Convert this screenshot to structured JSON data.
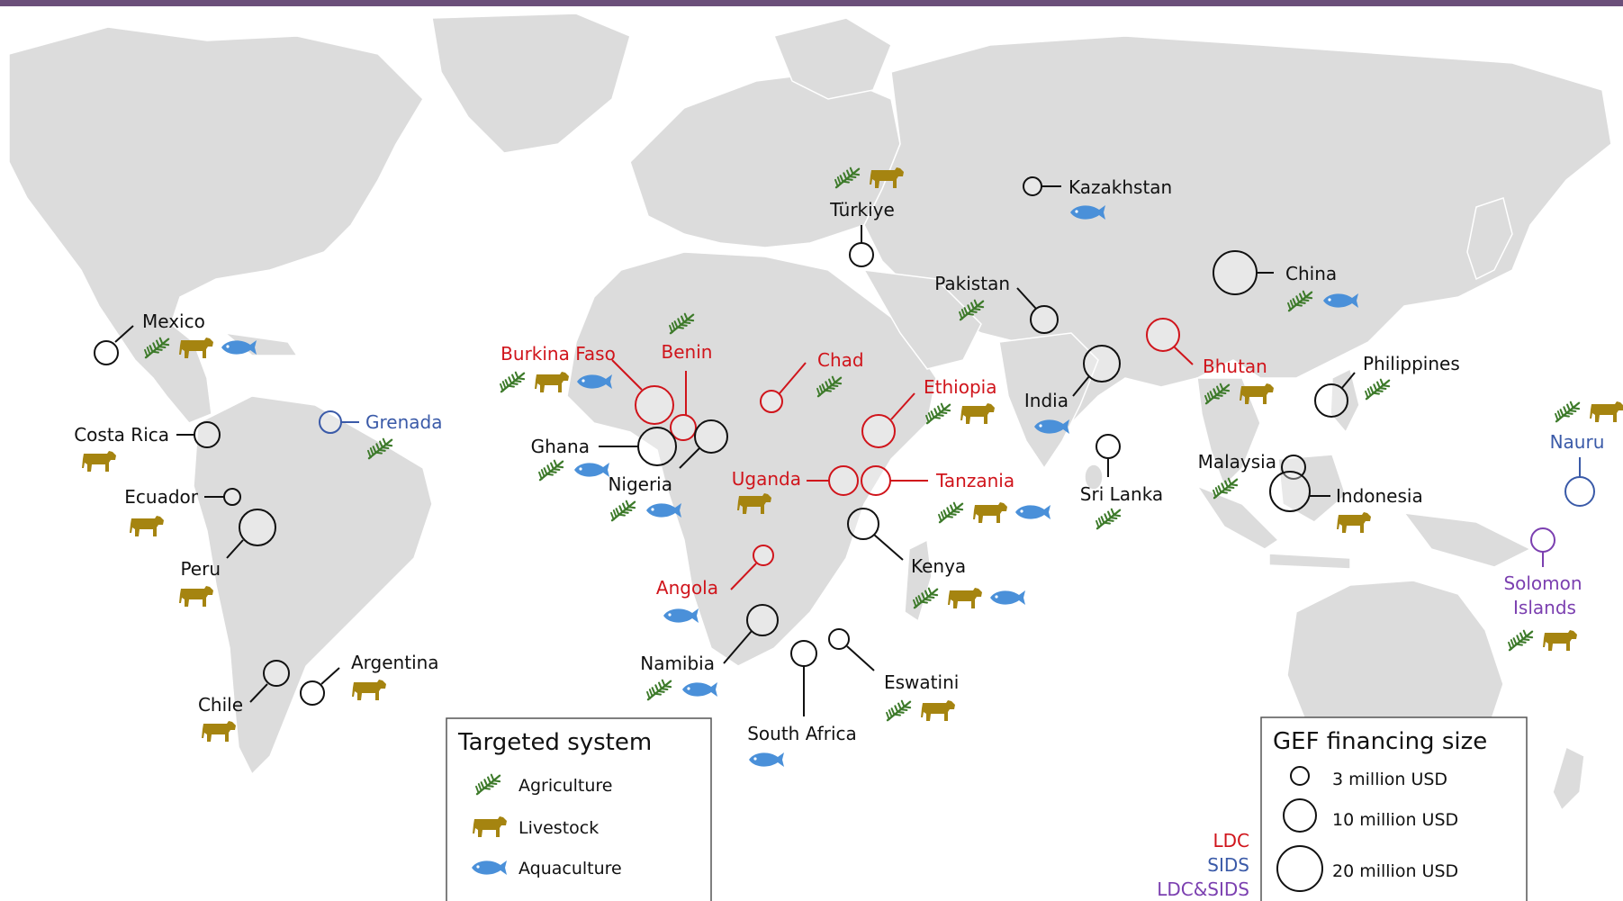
{
  "colors": {
    "land": "#dcdcdc",
    "ocean": "#ffffff",
    "default": "#111111",
    "ldc": "#d0141b",
    "sids": "#3a5aa8",
    "ldc_sids": "#7b3fb0",
    "agriculture": "#3d7a2a",
    "livestock": "#a58410",
    "aquaculture": "#4a90d9",
    "top_bar": "#6b4f7a"
  },
  "icons": {
    "agriculture": "wheat-icon",
    "livestock": "cow-icon",
    "aquaculture": "fish-icon"
  },
  "legend_system": {
    "title": "Targeted system",
    "items": [
      {
        "key": "agriculture",
        "label": "Agriculture"
      },
      {
        "key": "livestock",
        "label": "Livestock"
      },
      {
        "key": "aquaculture",
        "label": "Aquaculture"
      }
    ]
  },
  "legend_size": {
    "title": "GEF financing size",
    "items": [
      {
        "label": "3 million USD",
        "value": 3
      },
      {
        "label": "10 million USD",
        "value": 10
      },
      {
        "label": "20 million USD",
        "value": 20
      }
    ]
  },
  "category_legend": [
    {
      "label": "LDC",
      "category": "ldc"
    },
    {
      "label": "SIDS",
      "category": "sids"
    },
    {
      "label": "LDC&SIDS",
      "category": "ldc_sids"
    }
  ],
  "countries": [
    {
      "name": "Mexico",
      "category": "default",
      "systems": [
        "agriculture",
        "livestock",
        "aquaculture"
      ]
    },
    {
      "name": "Costa Rica",
      "category": "default",
      "systems": [
        "livestock"
      ]
    },
    {
      "name": "Ecuador",
      "category": "default",
      "systems": [
        "livestock"
      ]
    },
    {
      "name": "Peru",
      "category": "default",
      "systems": [
        "livestock"
      ]
    },
    {
      "name": "Chile",
      "category": "default",
      "systems": [
        "livestock"
      ]
    },
    {
      "name": "Argentina",
      "category": "default",
      "systems": [
        "livestock"
      ]
    },
    {
      "name": "Grenada",
      "category": "sids",
      "systems": [
        "agriculture"
      ]
    },
    {
      "name": "Burkina Faso",
      "category": "ldc",
      "systems": [
        "agriculture",
        "livestock",
        "aquaculture"
      ]
    },
    {
      "name": "Benin",
      "category": "ldc",
      "systems": [
        "agriculture"
      ]
    },
    {
      "name": "Ghana",
      "category": "default",
      "systems": [
        "agriculture",
        "aquaculture"
      ]
    },
    {
      "name": "Nigeria",
      "category": "default",
      "systems": [
        "agriculture",
        "aquaculture"
      ]
    },
    {
      "name": "Chad",
      "category": "ldc",
      "systems": [
        "agriculture"
      ]
    },
    {
      "name": "Ethiopia",
      "category": "ldc",
      "systems": [
        "agriculture",
        "livestock"
      ]
    },
    {
      "name": "Uganda",
      "category": "ldc",
      "systems": [
        "livestock"
      ]
    },
    {
      "name": "Tanzania",
      "category": "ldc",
      "systems": [
        "agriculture",
        "livestock",
        "aquaculture"
      ]
    },
    {
      "name": "Kenya",
      "category": "default",
      "systems": [
        "agriculture",
        "livestock",
        "aquaculture"
      ]
    },
    {
      "name": "Angola",
      "category": "ldc",
      "systems": [
        "aquaculture"
      ]
    },
    {
      "name": "Namibia",
      "category": "default",
      "systems": [
        "agriculture",
        "aquaculture"
      ]
    },
    {
      "name": "South Africa",
      "category": "default",
      "systems": [
        "aquaculture"
      ]
    },
    {
      "name": "Eswatini",
      "category": "default",
      "systems": [
        "agriculture",
        "livestock"
      ]
    },
    {
      "name": "Türkiye",
      "category": "default",
      "systems": [
        "agriculture",
        "livestock"
      ]
    },
    {
      "name": "Kazakhstan",
      "category": "default",
      "systems": [
        "aquaculture"
      ]
    },
    {
      "name": "Pakistan",
      "category": "default",
      "systems": [
        "agriculture"
      ]
    },
    {
      "name": "India",
      "category": "default",
      "systems": [
        "aquaculture"
      ]
    },
    {
      "name": "Sri Lanka",
      "category": "default",
      "systems": [
        "agriculture"
      ]
    },
    {
      "name": "China",
      "category": "default",
      "systems": [
        "agriculture",
        "aquaculture"
      ]
    },
    {
      "name": "Bhutan",
      "category": "ldc",
      "systems": [
        "agriculture",
        "livestock"
      ]
    },
    {
      "name": "Philippines",
      "category": "default",
      "systems": [
        "agriculture"
      ]
    },
    {
      "name": "Malaysia",
      "category": "default",
      "systems": [
        "agriculture"
      ]
    },
    {
      "name": "Indonesia",
      "category": "default",
      "systems": [
        "livestock"
      ]
    },
    {
      "name": "Nauru",
      "category": "sids",
      "systems": [
        "agriculture",
        "livestock"
      ]
    },
    {
      "name": "Solomon Islands",
      "category": "ldc_sids",
      "systems": [
        "agriculture",
        "livestock"
      ]
    }
  ]
}
